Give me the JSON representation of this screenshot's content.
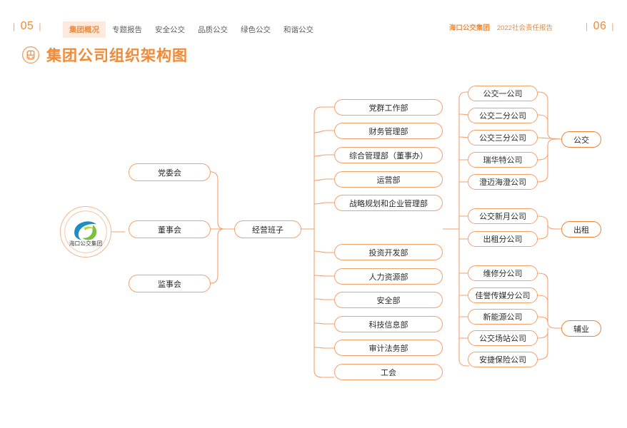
{
  "header": {
    "page_left": "05",
    "page_right": "06",
    "tick_glyph": "|",
    "nav_tabs": [
      {
        "label": "集团概况",
        "active": true
      },
      {
        "label": "专题报告",
        "active": false
      },
      {
        "label": "安全公交",
        "active": false
      },
      {
        "label": "品质公交",
        "active": false
      },
      {
        "label": "绿色公交",
        "active": false
      },
      {
        "label": "和谐公交",
        "active": false
      }
    ],
    "brand_name": "海口公交集团",
    "brand_report": "2022社会责任报告"
  },
  "title": {
    "text": "集团公司组织架构图",
    "icon": "bus-in-circle-icon"
  },
  "logo": {
    "name": "haikou-bus-group-logo",
    "caption": "海口公交集团"
  },
  "chart_data": {
    "type": "diagram",
    "title": "集团公司组织架构图",
    "governance": [
      {
        "id": "party",
        "label": "党委会"
      },
      {
        "id": "board",
        "label": "董事会"
      },
      {
        "id": "supervisory",
        "label": "监事会"
      }
    ],
    "management": {
      "id": "mgmt",
      "label": "经营班子"
    },
    "departments_upper": [
      "党群工作部",
      "财务管理部",
      "综合管理部（董事办）",
      "运营部",
      "战略规划和企业管理部"
    ],
    "departments_lower": [
      "投资开发部",
      "人力资源部",
      "安全部",
      "科技信息部",
      "审计法务部",
      "工会"
    ],
    "business_groups": [
      {
        "id": "bus",
        "label": "公交",
        "units": [
          "公交一公司",
          "公交二分公司",
          "公交三分公司",
          "瑞华特公司",
          "澄迈海澄公司"
        ]
      },
      {
        "id": "taxi",
        "label": "出租",
        "units": [
          "公交新月公司",
          "出租分公司"
        ]
      },
      {
        "id": "auxiliary",
        "label": "辅业",
        "units": [
          "维修分公司",
          "佳誉传媒分公司",
          "新能源公司",
          "公交场站公司",
          "安捷保险公司"
        ]
      }
    ]
  },
  "colors": {
    "accent": "#ef8a38",
    "node_border": "#f4a06b",
    "group_border": "#ef8335",
    "tab_active_bg": "#fdeadc",
    "text": "#2b2b2b"
  }
}
